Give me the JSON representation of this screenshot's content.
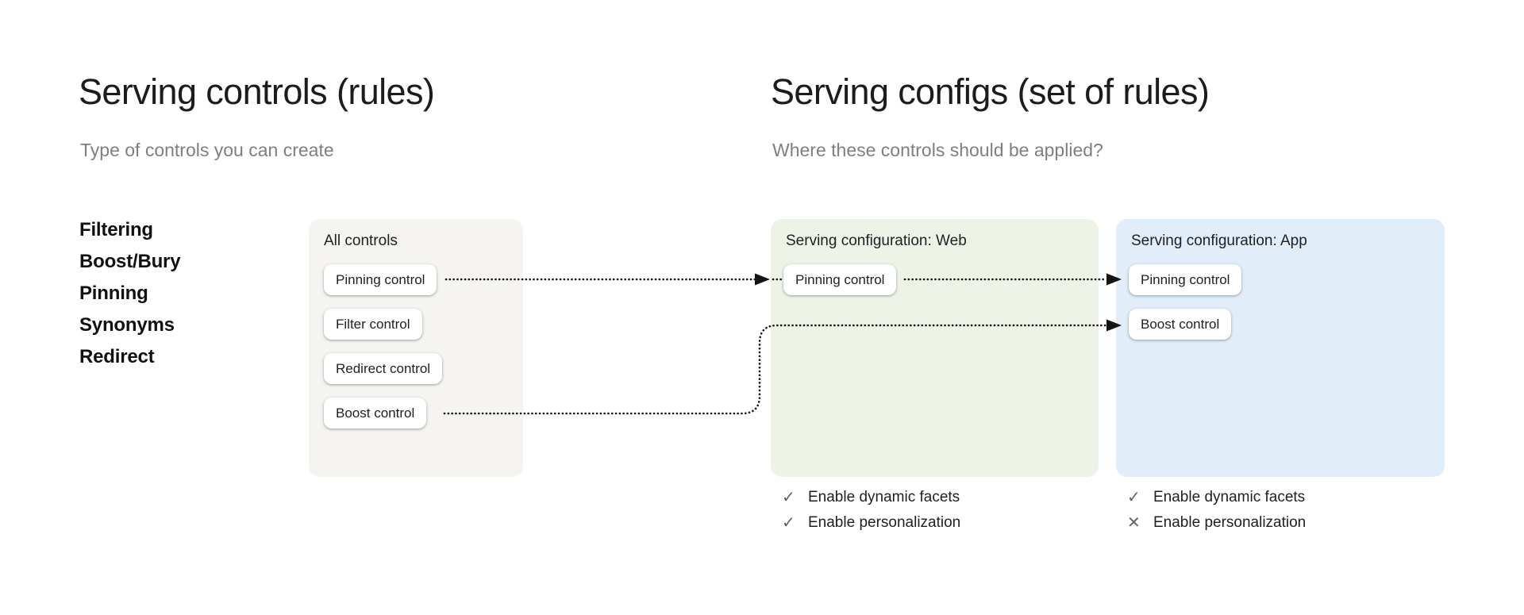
{
  "left_section": {
    "title": "Serving controls (rules)",
    "subtitle": "Type of controls you can create",
    "control_types": [
      "Filtering",
      "Boost/Bury",
      "Pinning",
      "Synonyms",
      "Redirect"
    ]
  },
  "right_section": {
    "title": "Serving configs (set of rules)",
    "subtitle": "Where these controls should be applied?"
  },
  "all_controls_card": {
    "label": "All controls",
    "bg_color": "#f5f4f1",
    "controls": [
      "Pinning control",
      "Filter control",
      "Redirect control",
      "Boost control"
    ]
  },
  "web_config_card": {
    "label": "Serving configuration: Web",
    "bg_color": "#edf4e7",
    "controls": [
      "Pinning control"
    ],
    "settings": [
      {
        "icon": "check-icon",
        "glyph": "✓",
        "label": "Enable dynamic facets"
      },
      {
        "icon": "check-icon",
        "glyph": "✓",
        "label": "Enable personalization"
      }
    ]
  },
  "app_config_card": {
    "label": "Serving configuration: App",
    "bg_color": "#e1edf8",
    "controls": [
      "Pinning control",
      "Boost control"
    ],
    "settings": [
      {
        "icon": "check-icon",
        "glyph": "✓",
        "label": "Enable dynamic facets"
      },
      {
        "icon": "cross-icon",
        "glyph": "✕",
        "label": "Enable personalization"
      }
    ]
  },
  "arrows": {
    "color": "#141414",
    "style": "dotted",
    "links": [
      "All controls: Pinning control -> Web: Pinning control",
      "Web: Pinning control -> App: Pinning control",
      "All controls: Boost control -> App: Boost control"
    ]
  }
}
